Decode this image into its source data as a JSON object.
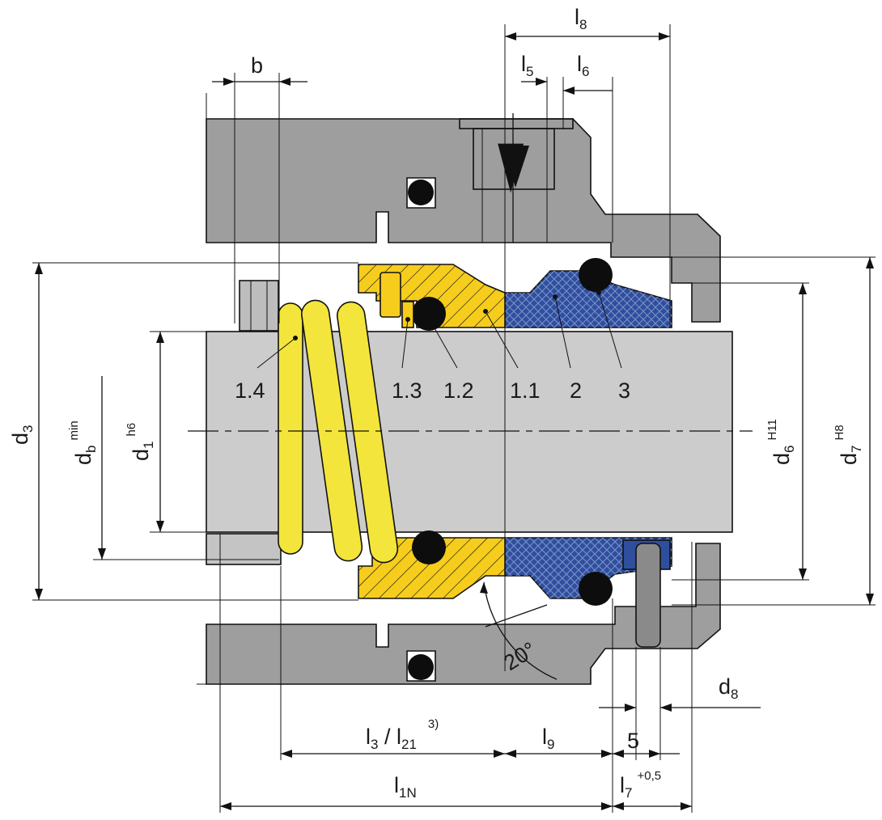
{
  "colors": {
    "housing": "#9e9e9e",
    "shaft": "#cccccc",
    "rotary": "#f6cd1c",
    "spring": "#f3e53b",
    "seat": "#2f4f9e",
    "oring": "#0d0d0d",
    "line": "#111111"
  },
  "dimensions": {
    "l8": {
      "main": "l",
      "sub": "8"
    },
    "l5": {
      "main": "l",
      "sub": "5"
    },
    "l6": {
      "main": "l",
      "sub": "6"
    },
    "b": {
      "main": "b"
    },
    "d3": {
      "main": "d",
      "sub": "3"
    },
    "db": {
      "main": "d",
      "sub": "b",
      "sup": "min"
    },
    "d1": {
      "main": "d",
      "sub": "1",
      "sup": "h6"
    },
    "d6": {
      "main": "d",
      "sub": "6",
      "sup": "H11"
    },
    "d7": {
      "main": "d",
      "sub": "7",
      "sup": "H8"
    },
    "d8": {
      "main": "d",
      "sub": "8"
    },
    "l3_l21": {
      "main1": "l",
      "sub1": "3",
      "sep": " / ",
      "main2": "l",
      "sub2": "21",
      "note": "3)"
    },
    "l9": {
      "main": "l",
      "sub": "9"
    },
    "five": "5",
    "l1N": {
      "main": "l",
      "sub": "1N"
    },
    "l7": {
      "main": "l",
      "sub": "7",
      "sup": "+0,5"
    },
    "angle": "20°"
  },
  "parts": [
    "1.4",
    "1.3",
    "1.2",
    "1.1",
    "2",
    "3"
  ]
}
